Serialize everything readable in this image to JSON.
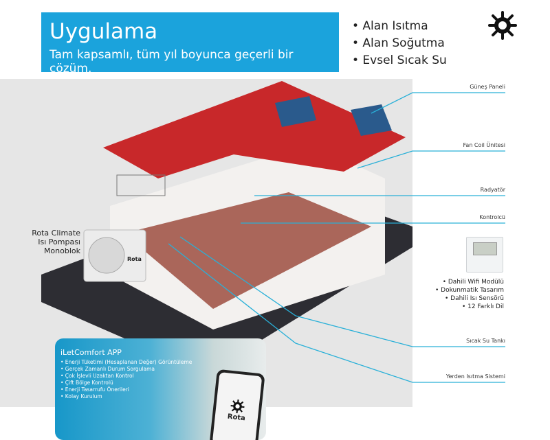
{
  "header": {
    "title": "Uygulama",
    "subtitle": "Tam kapsamlı, tüm yıl boyunca geçerli bir çözüm."
  },
  "bullets": [
    "• Alan Isıtma",
    "• Alan Soğutma",
    "• Evsel Sıcak Su"
  ],
  "labels": {
    "solar": "Güneş Paneli",
    "fancoil": "Fan Coil Ünitesi",
    "radiator": "Radyatör",
    "controller": "Kontrolcü",
    "tank": "Sıcak Su Tankı",
    "floor": "Yerden Isıtma Sistemi"
  },
  "unit": {
    "line1": "Rota Climate",
    "line2": "Isı Pompası",
    "line3": "Monoblok",
    "brand": "Rota"
  },
  "controller_features": [
    "• Dahili Wifi Modülü",
    "• Dokunmatik Tasarım",
    "• Dahili Isı Sensörü",
    "• 12 Farklı Dil"
  ],
  "app": {
    "title": "iLetComfort APP",
    "items": [
      "• Enerji Tüketimi (Hesaplanan Değer) Görüntüleme",
      "• Gerçek Zamanlı Durum Sorgulama",
      "• Çok İşlevli Uzaktan Kontrol",
      "• Çift Bölge Kontrolü",
      "• Enerji Tasarrufu Önerileri",
      "• Kolay Kurulum"
    ],
    "brand": "Rota"
  },
  "colors": {
    "brand": "#1ba3dc",
    "roof": "#c8282a",
    "line": "#29b0d8"
  }
}
